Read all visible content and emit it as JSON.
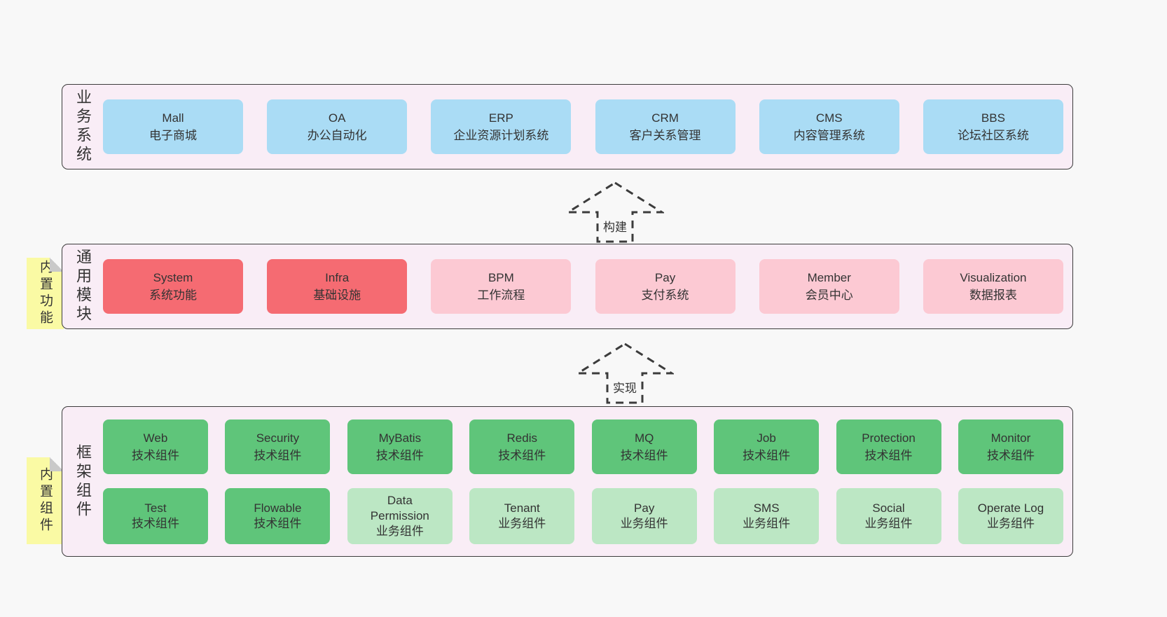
{
  "colors": {
    "page_bg": "#f8f8f8",
    "panel_bg": "#f9edf6",
    "panel_border": "#3c3c3c",
    "blue": "#aadcf5",
    "red": "#f56b72",
    "pink": "#fcc9d3",
    "green_dark": "#5fc57a",
    "green_light": "#bce7c4",
    "yellow": "#fafaa4",
    "fold_gray": "#c9c9c9",
    "text": "#333333"
  },
  "layers": {
    "business": {
      "label": "业务系统",
      "boxes": [
        {
          "title": "Mall",
          "subtitle": "电子商城"
        },
        {
          "title": "OA",
          "subtitle": "办公自动化"
        },
        {
          "title": "ERP",
          "subtitle": "企业资源计划系统"
        },
        {
          "title": "CRM",
          "subtitle": "客户关系管理"
        },
        {
          "title": "CMS",
          "subtitle": "内容管理系统"
        },
        {
          "title": "BBS",
          "subtitle": "论坛社区系统"
        }
      ]
    },
    "modules": {
      "label": "通用模块",
      "tab": "内置功能",
      "boxes": [
        {
          "title": "System",
          "subtitle": "系统功能",
          "variant": "red"
        },
        {
          "title": "Infra",
          "subtitle": "基础设施",
          "variant": "red"
        },
        {
          "title": "BPM",
          "subtitle": "工作流程",
          "variant": "pink"
        },
        {
          "title": "Pay",
          "subtitle": "支付系统",
          "variant": "pink"
        },
        {
          "title": "Member",
          "subtitle": "会员中心",
          "variant": "pink"
        },
        {
          "title": "Visualization",
          "subtitle": "数据报表",
          "variant": "pink"
        }
      ]
    },
    "framework": {
      "label": "框架组件",
      "tab": "内置组件",
      "row1": [
        {
          "title": "Web",
          "subtitle": "技术组件"
        },
        {
          "title": "Security",
          "subtitle": "技术组件"
        },
        {
          "title": "MyBatis",
          "subtitle": "技术组件"
        },
        {
          "title": "Redis",
          "subtitle": "技术组件"
        },
        {
          "title": "MQ",
          "subtitle": "技术组件"
        },
        {
          "title": "Job",
          "subtitle": "技术组件"
        },
        {
          "title": "Protection",
          "subtitle": "技术组件"
        },
        {
          "title": "Monitor",
          "subtitle": "技术组件"
        }
      ],
      "row2": [
        {
          "title": "Test",
          "subtitle": "技术组件",
          "variant": "dark-green"
        },
        {
          "title": "Flowable",
          "subtitle": "技术组件",
          "variant": "dark-green"
        },
        {
          "title": "Data Permission",
          "subtitle": "业务组件",
          "variant": "light-green"
        },
        {
          "title": "Tenant",
          "subtitle": "业务组件",
          "variant": "light-green"
        },
        {
          "title": "Pay",
          "subtitle": "业务组件",
          "variant": "light-green"
        },
        {
          "title": "SMS",
          "subtitle": "业务组件",
          "variant": "light-green"
        },
        {
          "title": "Social",
          "subtitle": "业务组件",
          "variant": "light-green"
        },
        {
          "title": "Operate Log",
          "subtitle": "业务组件",
          "variant": "light-green"
        }
      ]
    }
  },
  "arrows": {
    "build": "构建",
    "implement": "实现"
  }
}
